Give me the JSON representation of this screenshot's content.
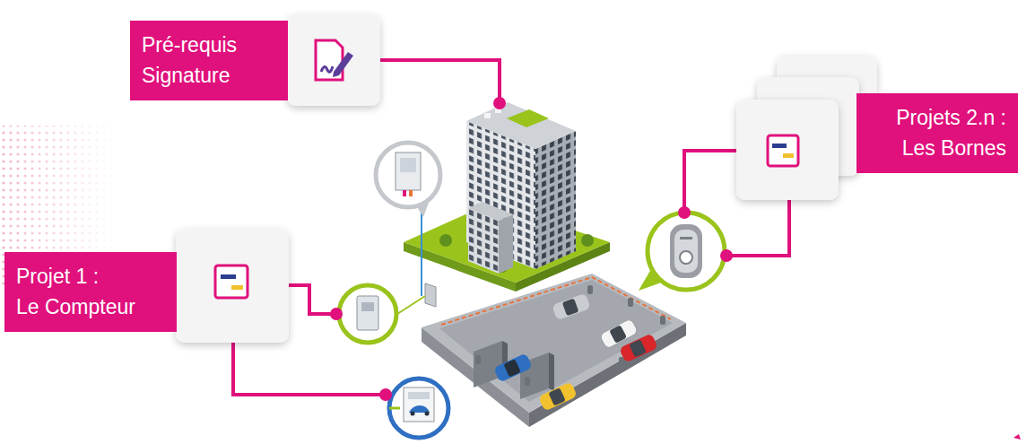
{
  "diagram": {
    "nodes": [
      {
        "text": [
          "Pré-requis Signature"
        ]
      },
      {
        "text": [
          "Projets 2.n : Les Bornes"
        ]
      },
      {
        "text": [
          "Projet 1 : Le Compteur"
        ]
      }
    ]
  }
}
